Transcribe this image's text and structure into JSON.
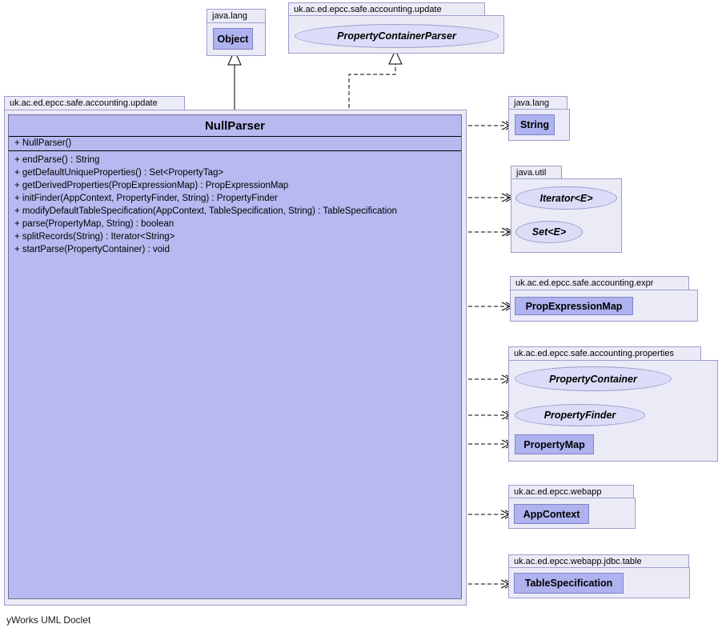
{
  "diagram": {
    "footer": "yWorks UML Doclet",
    "colors": {
      "package_fill": "#EBEBF8",
      "package_border": "#9C9CCB",
      "class_fill": "#AEB2EE",
      "class_border": "#8282C8",
      "main_class_fill": "#B7B9F0",
      "interface_fill": "#DBDDF8",
      "line": "#000000"
    },
    "packages": {
      "top_java_lang": "java.lang",
      "top_update": "uk.ac.ed.epcc.safe.accounting.update",
      "main_update": "uk.ac.ed.epcc.safe.accounting.update",
      "right_java_lang": "java.lang",
      "java_util": "java.util",
      "expr": "uk.ac.ed.epcc.safe.accounting.expr",
      "properties": "uk.ac.ed.epcc.safe.accounting.properties",
      "webapp": "uk.ac.ed.epcc.webapp",
      "jdbc_table": "uk.ac.ed.epcc.webapp.jdbc.table"
    },
    "nodes": {
      "object": "Object",
      "property_container_parser": "PropertyContainerParser",
      "string": "String",
      "iterator": "Iterator<E>",
      "set": "Set<E>",
      "prop_expression_map": "PropExpressionMap",
      "property_container": "PropertyContainer",
      "property_finder": "PropertyFinder",
      "property_map": "PropertyMap",
      "app_context": "AppContext",
      "table_specification": "TableSpecification"
    },
    "main_class": {
      "name": "NullParser",
      "constructor": "+ NullParser()",
      "methods": [
        "+ endParse() : String",
        "+ getDefaultUniqueProperties() : Set<PropertyTag>",
        "+ getDerivedProperties(PropExpressionMap) : PropExpressionMap",
        "+ initFinder(AppContext, PropertyFinder, String) : PropertyFinder",
        "+ modifyDefaultTableSpecification(AppContext, TableSpecification, String) : TableSpecification",
        "+ parse(PropertyMap, String) : boolean",
        "+ splitRecords(String) : Iterator<String>",
        "+ startParse(PropertyContainer) : void"
      ]
    }
  }
}
